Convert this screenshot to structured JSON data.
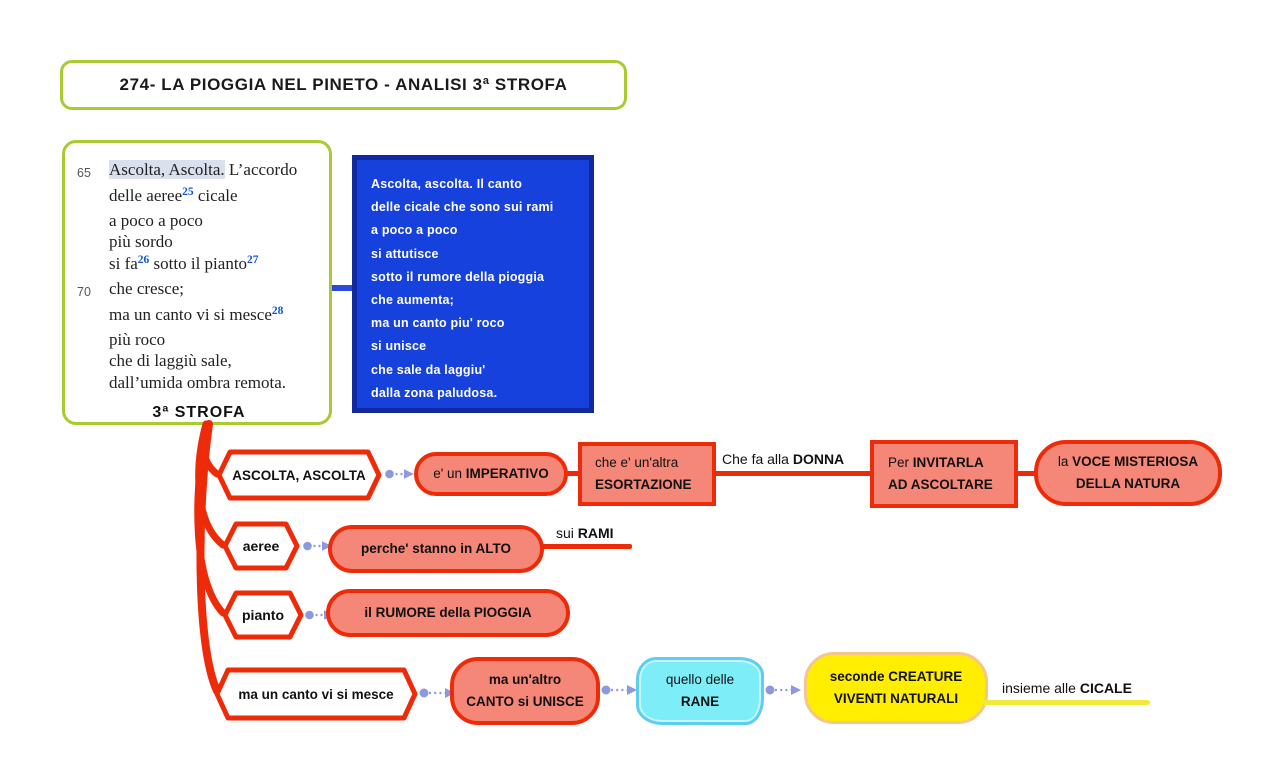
{
  "title": "274- LA PIOGGIA NEL PINETO - ANALISI 3ª STROFA",
  "poem": {
    "lines": [
      {
        "num": "65",
        "segs": [
          {
            "t": "Ascolta, Ascolta.",
            "c": "hl"
          },
          {
            "t": " L’accordo",
            "c": ""
          }
        ]
      },
      {
        "num": "",
        "segs": [
          {
            "t": "delle aeree",
            "c": ""
          },
          {
            "t": "25",
            "c": "sup"
          },
          {
            "t": " cicale",
            "c": ""
          }
        ]
      },
      {
        "num": "",
        "segs": [
          {
            "t": "a poco a poco",
            "c": ""
          }
        ]
      },
      {
        "num": "",
        "segs": [
          {
            "t": "più sordo",
            "c": ""
          }
        ]
      },
      {
        "num": "",
        "segs": [
          {
            "t": "si fa",
            "c": ""
          },
          {
            "t": "26",
            "c": "sup"
          },
          {
            "t": " sotto il pianto",
            "c": ""
          },
          {
            "t": "27",
            "c": "sup"
          }
        ]
      },
      {
        "num": "70",
        "segs": [
          {
            "t": "che cresce;",
            "c": ""
          }
        ]
      },
      {
        "num": "",
        "segs": [
          {
            "t": "ma un canto vi si mesce",
            "c": ""
          },
          {
            "t": "28",
            "c": "sup"
          }
        ]
      },
      {
        "num": "",
        "segs": [
          {
            "t": "più roco",
            "c": ""
          }
        ]
      },
      {
        "num": "",
        "segs": [
          {
            "t": "che di laggiù sale,",
            "c": ""
          }
        ]
      },
      {
        "num": "",
        "segs": [
          {
            "t": "dall’umida ombra remota.",
            "c": ""
          }
        ]
      }
    ],
    "strofa_label": "3ª STROFA"
  },
  "paraphrase": {
    "lines": [
      "Ascolta, ascolta. Il canto",
      "delle cicale che sono sui rami",
      "a poco a poco",
      "si attutisce",
      "sotto il rumore della pioggia",
      "che aumenta;",
      "ma un canto piu' roco",
      "si unisce",
      "che sale da laggiu'",
      "dalla zona paludosa."
    ]
  },
  "map": {
    "row1": {
      "hex": "ASCOLTA, ASCOLTA",
      "imperativo": [
        {
          "t": "e' un ",
          "c": ""
        },
        {
          "t": "IMPERATIVO",
          "c": "b"
        }
      ],
      "esortazione_l1": [
        {
          "t": "che e' un'altra",
          "c": ""
        }
      ],
      "esortazione_l2": [
        {
          "t": "ESORTAZIONE",
          "c": "b"
        }
      ],
      "edge_donna": [
        {
          "t": "Che fa alla ",
          "c": ""
        },
        {
          "t": "DONNA",
          "c": "b"
        }
      ],
      "invitarla_l1": [
        {
          "t": "Per ",
          "c": ""
        },
        {
          "t": "INVITARLA",
          "c": "b"
        }
      ],
      "invitarla_l2": [
        {
          "t": "AD ASCOLTARE",
          "c": "b"
        }
      ],
      "voce_l1": [
        {
          "t": "la ",
          "c": ""
        },
        {
          "t": "VOCE MISTERIOSA",
          "c": "b"
        }
      ],
      "voce_l2": [
        {
          "t": "DELLA NATURA",
          "c": "b"
        }
      ]
    },
    "row2": {
      "hex": "aeree",
      "alto": [
        {
          "t": "perche' stanno in ALTO",
          "c": "b"
        }
      ],
      "edge_rami": [
        {
          "t": "sui ",
          "c": ""
        },
        {
          "t": "RAMI",
          "c": "b"
        }
      ]
    },
    "row3": {
      "hex": "pianto",
      "rumore": [
        {
          "t": "il RUMORE della PIOGGIA",
          "c": "b"
        }
      ]
    },
    "row4": {
      "hex": "ma un canto vi si mesce",
      "canto_l1": [
        {
          "t": "ma un'altro",
          "c": "b"
        }
      ],
      "canto_l2": [
        {
          "t": "CANTO si UNISCE",
          "c": "b"
        }
      ],
      "rane_l1": [
        {
          "t": "quello delle",
          "c": ""
        }
      ],
      "rane_l2": [
        {
          "t": "RANE",
          "c": "b"
        }
      ],
      "creature_l1": [
        {
          "t": "seconde ",
          "c": "b"
        },
        {
          "t": "CREATURE",
          "c": "b"
        }
      ],
      "creature_l2": [
        {
          "t": "VIVENTI NATURALI",
          "c": "b"
        }
      ],
      "edge_cicale": [
        {
          "t": "insieme alle ",
          "c": ""
        },
        {
          "t": "CICALE",
          "c": "b"
        }
      ]
    }
  },
  "colors": {
    "accent_red": "#ee2b09",
    "salmon_fill": "#f58778",
    "green_border": "#a9cb32",
    "blue_fill": "#1741dc",
    "blue_border": "#12299e",
    "cloud_fill": "#7deef8",
    "cloud_border": "#5ecdf3",
    "yellow_fill": "#ffee00",
    "yellow_border": "#f4c689",
    "connector_periwinkle": "#8d99de",
    "superscript_blue": "#1356cc",
    "highlight": "#d9e1ef"
  }
}
